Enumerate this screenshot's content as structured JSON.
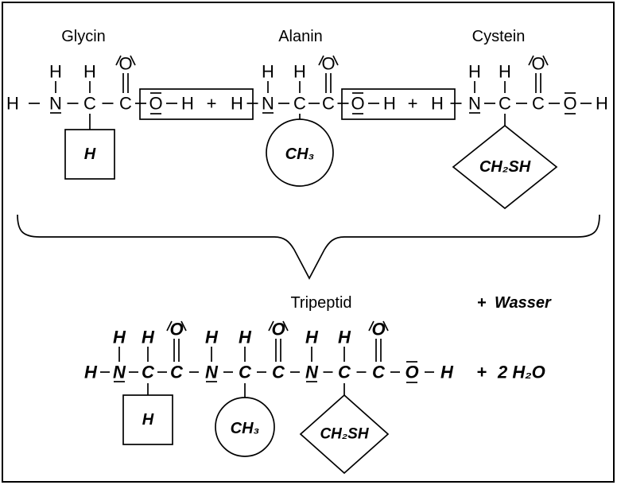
{
  "reactants": [
    {
      "name": "Glycin",
      "side_chain": "H"
    },
    {
      "name": "Alanin",
      "side_chain": "CH₃"
    },
    {
      "name": "Cystein",
      "side_chain": "CH₂SH"
    }
  ],
  "atoms": {
    "hydrogen": "H",
    "nitrogen": "N",
    "carbon": "C",
    "oxygen": "O"
  },
  "operators": {
    "plus": "+"
  },
  "product": {
    "name": "Tripeptid",
    "side_chains": [
      "H",
      "CH₃",
      "CH₂SH"
    ]
  },
  "byproduct": {
    "name": "Wasser",
    "formula": "2 H₂O"
  },
  "colors": {
    "ink": "#000000",
    "background": "#ffffff"
  }
}
